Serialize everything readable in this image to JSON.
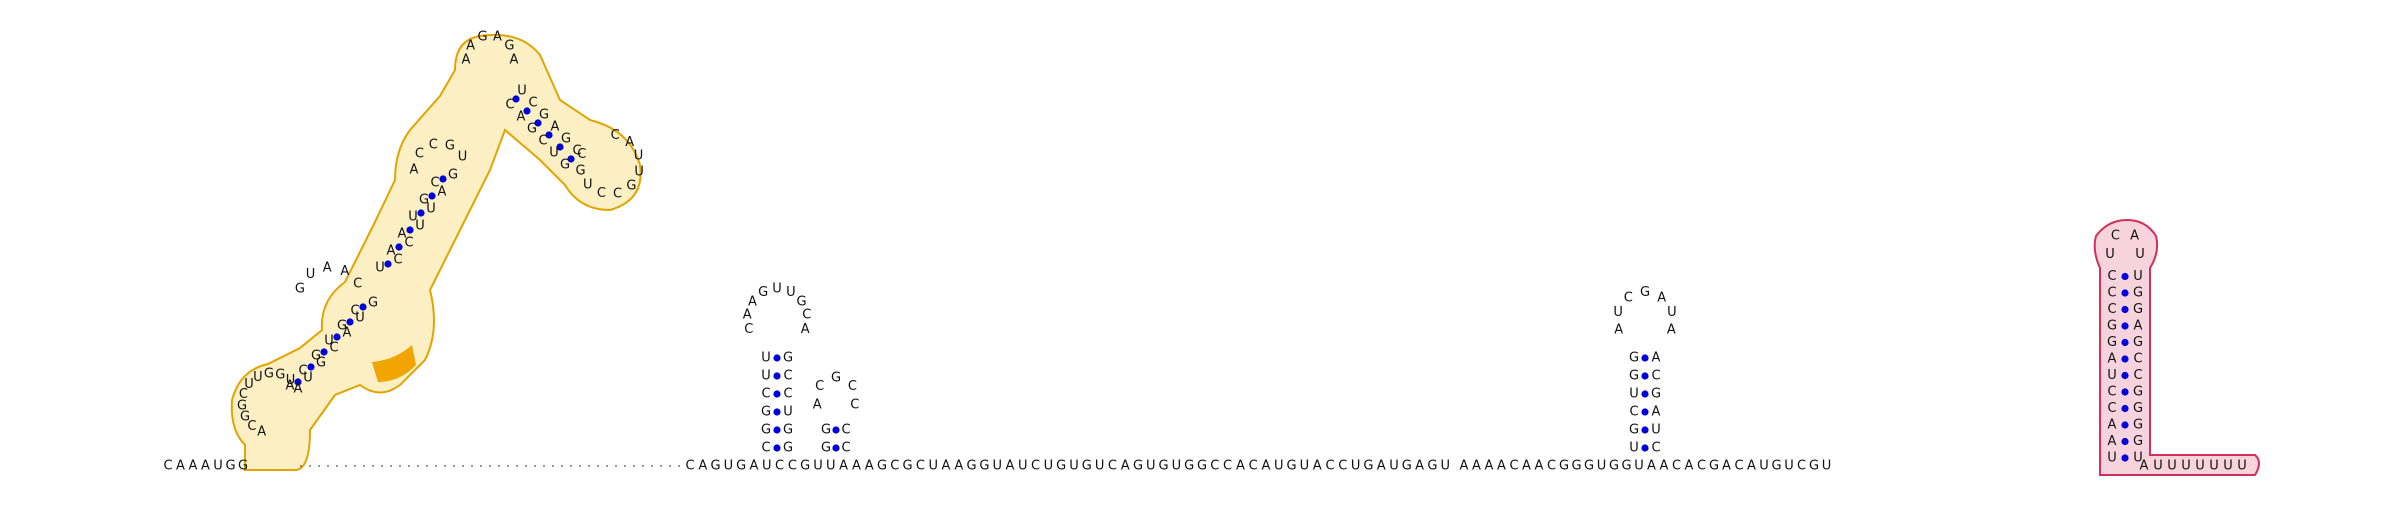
{
  "diagram": {
    "type": "rna-secondary-structure",
    "backbone_left": "CAAAUGG",
    "backbone_dotted_gap": true,
    "backbone_middle": "CAGUGAUCCGUUAAAGCGCUAAGGUAUCUGUGUCAGUGUGGCCACAUGUACCUGAUGAGU",
    "backbone_right_tail": "AAAACAACGGGUGGUAACACGACAUGUCGU",
    "poly_u_tail": "AUUUUUUU",
    "hairpin_1": {
      "stem_5p": "CGGCUU",
      "loop": "CAAGUUGCA",
      "stem_3p": "GCCUGG"
    },
    "hairpin_2": {
      "stem_5p": "GG",
      "loop": "ACGCC",
      "stem_3p": "CC"
    },
    "hairpin_3": {
      "stem_5p": "UGCUGG",
      "loop": "AUCGAUA",
      "stem_3p": "ACGAUC"
    },
    "terminator": {
      "stem_5p": "UAACCUAGGCCC",
      "loop": "UCAU",
      "stem_3p": "UGGAGCCGGGGU"
    },
    "multiloop_label": "ACGGCUUGGUA",
    "top_loop": "AAGAGA",
    "right_loop": "CAUUGCCUGC"
  },
  "colors": {
    "highlight_fill": "#fcefc4",
    "highlight_stroke": "#e2a400",
    "highlight_strong": "#f2a500",
    "terminator_fill": "#f7d3de",
    "terminator_stroke": "#d0305c",
    "pair_dot": "#0000dd",
    "text": "#111111"
  }
}
